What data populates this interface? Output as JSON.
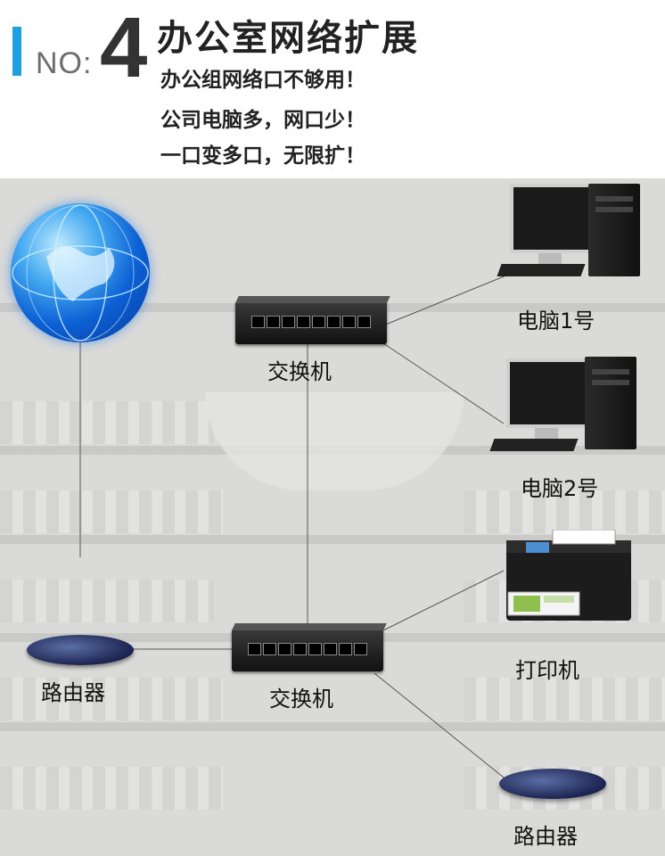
{
  "header": {
    "no_label": "NO:",
    "number": "4",
    "title": "办公室网络扩展",
    "lines": [
      "办公组网络口不够用！",
      "公司电脑多，网口少！",
      "一口变多口，无限扩！"
    ],
    "accent_color": "#1e9fe0"
  },
  "diagram": {
    "computer1_label": "电脑1号",
    "computer2_label": "电脑2号",
    "switch_top_label": "交换机",
    "switch_bottom_label": "交换机",
    "printer_label": "打印机",
    "router_left_label": "路由器",
    "router_right_label": "路由器",
    "icons": [
      "globe-icon",
      "switch-icon",
      "computer-icon",
      "printer-icon",
      "router-icon"
    ]
  }
}
